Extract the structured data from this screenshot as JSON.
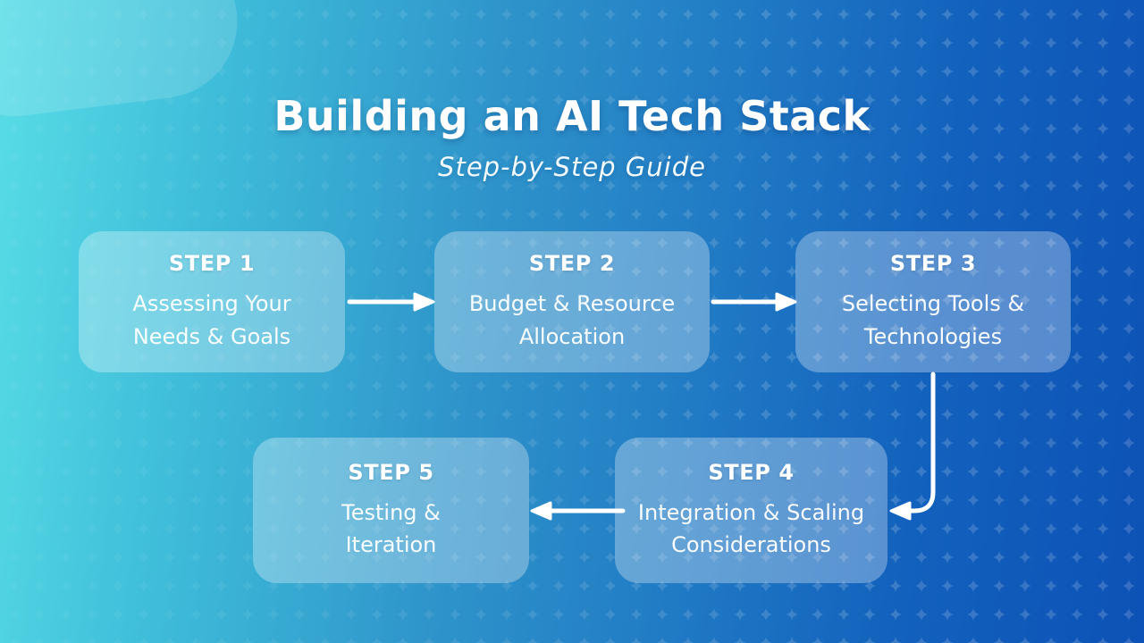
{
  "header": {
    "title": "Building an AI Tech Stack",
    "subtitle": "Step-by-Step Guide"
  },
  "steps": [
    {
      "label": "STEP 1",
      "line1": "Assessing Your",
      "line2": "Needs & Goals"
    },
    {
      "label": "STEP 2",
      "line1": "Budget & Resource",
      "line2": "Allocation"
    },
    {
      "label": "STEP 3",
      "line1": "Selecting Tools &",
      "line2": "Technologies"
    },
    {
      "label": "STEP 4",
      "line1": "Integration & Scaling",
      "line2": "Considerations"
    },
    {
      "label": "STEP 5",
      "line1": "Testing &",
      "line2": "Iteration"
    }
  ],
  "flow": {
    "connections": [
      "step-1 -> step-2",
      "step-2 -> step-3",
      "step-3 -> step-4",
      "step-4 -> step-5"
    ]
  },
  "background": {
    "pattern": "sparkle-grid",
    "decoration": "teal-blob-top-left"
  },
  "colors": {
    "bg_gradient_left": "#58dde6",
    "bg_gradient_mid": "#2e93ca",
    "bg_gradient_right": "#0d52b6",
    "card_fill": "rgba(255,255,255,0.30)",
    "arrow": "#ffffff",
    "text": "#ffffff"
  }
}
